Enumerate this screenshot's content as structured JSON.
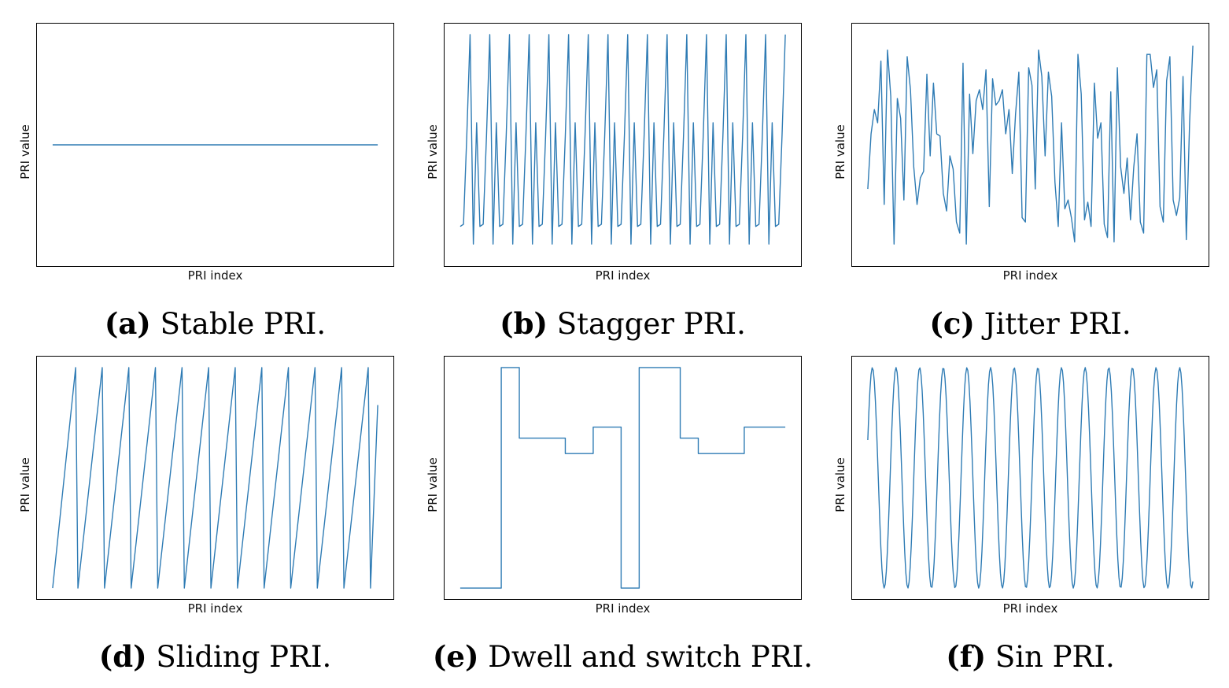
{
  "line_color": "#2e7bb4",
  "chart_data": [
    {
      "type": "line",
      "id": "a",
      "caption_tag": "(a)",
      "caption_text": "Stable PRI.",
      "xlabel": "PRI index",
      "ylabel": "PRI value",
      "ylim": [
        0,
        1
      ],
      "series": [
        {
          "x": [
            0,
            99
          ],
          "y": [
            0.5,
            0.5
          ]
        }
      ]
    },
    {
      "type": "line",
      "id": "b",
      "caption_tag": "(b)",
      "caption_text": "Stagger PRI.",
      "xlabel": "PRI index",
      "ylabel": "PRI value",
      "ylim": [
        0,
        1
      ],
      "series": [
        {
          "x": [
            0,
            1,
            2,
            3,
            4,
            5,
            6,
            7,
            8,
            9,
            10,
            11,
            12,
            13,
            14,
            15,
            16,
            17,
            18,
            19,
            20,
            21,
            22,
            23,
            24,
            25,
            26,
            27,
            28,
            29,
            30,
            31,
            32,
            33,
            34,
            35,
            36,
            37,
            38,
            39,
            40,
            41,
            42,
            43,
            44,
            45,
            46,
            47,
            48,
            49,
            50,
            51,
            52,
            53,
            54,
            55,
            56,
            57,
            58,
            59,
            60,
            61,
            62,
            63,
            64,
            65,
            66,
            67,
            68,
            69,
            70,
            71,
            72,
            73,
            74,
            75,
            76,
            77,
            78,
            79,
            80,
            81,
            82,
            83,
            84,
            85,
            86,
            87,
            88,
            89,
            90,
            91,
            92,
            93,
            94,
            95,
            96,
            97,
            98,
            99
          ],
          "y": [
            0.13,
            0.14,
            0.54,
            1.0,
            0.05,
            0.6,
            0.13,
            0.14,
            0.54,
            1.0,
            0.05,
            0.6,
            0.13,
            0.14,
            0.54,
            1.0,
            0.05,
            0.6,
            0.13,
            0.14,
            0.54,
            1.0,
            0.05,
            0.6,
            0.13,
            0.14,
            0.54,
            1.0,
            0.05,
            0.6,
            0.13,
            0.14,
            0.54,
            1.0,
            0.05,
            0.6,
            0.13,
            0.14,
            0.54,
            1.0,
            0.05,
            0.6,
            0.13,
            0.14,
            0.54,
            1.0,
            0.05,
            0.6,
            0.13,
            0.14,
            0.54,
            1.0,
            0.05,
            0.6,
            0.13,
            0.14,
            0.54,
            1.0,
            0.05,
            0.6,
            0.13,
            0.14,
            0.54,
            1.0,
            0.05,
            0.6,
            0.13,
            0.14,
            0.54,
            1.0,
            0.05,
            0.6,
            0.13,
            0.14,
            0.54,
            1.0,
            0.05,
            0.6,
            0.13,
            0.14,
            0.54,
            1.0,
            0.05,
            0.6,
            0.13,
            0.14,
            0.54,
            1.0,
            0.05,
            0.6,
            0.13,
            0.14,
            0.54,
            1.0,
            0.05,
            0.6,
            0.13,
            0.14,
            0.54,
            1.0
          ]
        }
      ]
    },
    {
      "type": "line",
      "id": "c",
      "caption_tag": "(c)",
      "caption_text": "Jitter PRI.",
      "xlabel": "PRI index",
      "ylabel": "PRI value",
      "ylim": [
        0,
        1
      ],
      "series": [
        {
          "x": [
            0,
            1,
            2,
            3,
            4,
            5,
            6,
            7,
            8,
            9,
            10,
            11,
            12,
            13,
            14,
            15,
            16,
            17,
            18,
            19,
            20,
            21,
            22,
            23,
            24,
            25,
            26,
            27,
            28,
            29,
            30,
            31,
            32,
            33,
            34,
            35,
            36,
            37,
            38,
            39,
            40,
            41,
            42,
            43,
            44,
            45,
            46,
            47,
            48,
            49,
            50,
            51,
            52,
            53,
            54,
            55,
            56,
            57,
            58,
            59,
            60,
            61,
            62,
            63,
            64,
            65,
            66,
            67,
            68,
            69,
            70,
            71,
            72,
            73,
            74,
            75,
            76,
            77,
            78,
            79,
            80,
            81,
            82,
            83,
            84,
            85,
            86,
            87,
            88,
            89,
            90,
            91,
            92,
            93,
            94,
            95,
            96,
            97,
            98,
            99
          ],
          "y": [
            0.3,
            0.55,
            0.66,
            0.6,
            0.88,
            0.23,
            0.93,
            0.72,
            0.05,
            0.71,
            0.62,
            0.25,
            0.9,
            0.75,
            0.4,
            0.23,
            0.35,
            0.38,
            0.82,
            0.45,
            0.78,
            0.55,
            0.54,
            0.28,
            0.2,
            0.45,
            0.39,
            0.15,
            0.1,
            0.87,
            0.05,
            0.73,
            0.46,
            0.7,
            0.75,
            0.66,
            0.84,
            0.22,
            0.8,
            0.68,
            0.7,
            0.75,
            0.55,
            0.66,
            0.37,
            0.64,
            0.83,
            0.17,
            0.15,
            0.85,
            0.77,
            0.3,
            0.93,
            0.81,
            0.45,
            0.83,
            0.72,
            0.33,
            0.13,
            0.6,
            0.21,
            0.25,
            0.17,
            0.06,
            0.91,
            0.73,
            0.16,
            0.24,
            0.13,
            0.78,
            0.53,
            0.6,
            0.14,
            0.08,
            0.74,
            0.06,
            0.85,
            0.4,
            0.28,
            0.44,
            0.16,
            0.4,
            0.55,
            0.15,
            0.1,
            0.91,
            0.91,
            0.76,
            0.84,
            0.22,
            0.15,
            0.79,
            0.9,
            0.25,
            0.18,
            0.26,
            0.81,
            0.07,
            0.6,
            0.95
          ]
        }
      ]
    },
    {
      "type": "line",
      "id": "d",
      "caption_tag": "(d)",
      "caption_text": "Sliding PRI.",
      "xlabel": "PRI index",
      "ylabel": "PRI value",
      "ylim": [
        0,
        1
      ],
      "series": [
        {
          "x": [
            0,
            7,
            7.7,
            15.1,
            15.8,
            23.2,
            23.9,
            31.3,
            32,
            39.4,
            40.1,
            47.5,
            48.2,
            55.6,
            56.3,
            63.7,
            64.4,
            71.8,
            72.5,
            79.9,
            80.6,
            88,
            88.7,
            96.1,
            96.8,
            99
          ],
          "y": [
            0,
            1,
            0,
            1,
            0,
            1,
            0,
            1,
            0,
            1,
            0,
            1,
            0,
            1,
            0,
            1,
            0,
            1,
            0,
            1,
            0,
            1,
            0,
            1,
            0,
            0.83
          ]
        }
      ]
    },
    {
      "type": "line",
      "id": "e",
      "caption_tag": "(e)",
      "caption_text": "Dwell and switch PRI.",
      "xlabel": "PRI index",
      "ylabel": "PRI value",
      "ylim": [
        0,
        1
      ],
      "series": [
        {
          "x": [
            0,
            12.5,
            12.5,
            18,
            18,
            32,
            32,
            40.5,
            40.5,
            49,
            49,
            54.5,
            54.5,
            67,
            67,
            72.5,
            72.5,
            86.5,
            86.5,
            95,
            95,
            99
          ],
          "y": [
            0,
            0,
            1,
            1,
            0.68,
            0.68,
            0.61,
            0.61,
            0.73,
            0.73,
            0,
            0,
            1,
            1,
            0.68,
            0.68,
            0.61,
            0.61,
            0.73,
            0.73,
            0.73,
            0.73
          ]
        }
      ]
    },
    {
      "type": "line",
      "id": "f",
      "caption_tag": "(f)",
      "caption_text": "Sin PRI.",
      "xlabel": "PRI index",
      "ylabel": "PRI value",
      "ylim": [
        0,
        1
      ],
      "series": [
        {
          "x": [],
          "y": []
        }
      ]
    }
  ]
}
